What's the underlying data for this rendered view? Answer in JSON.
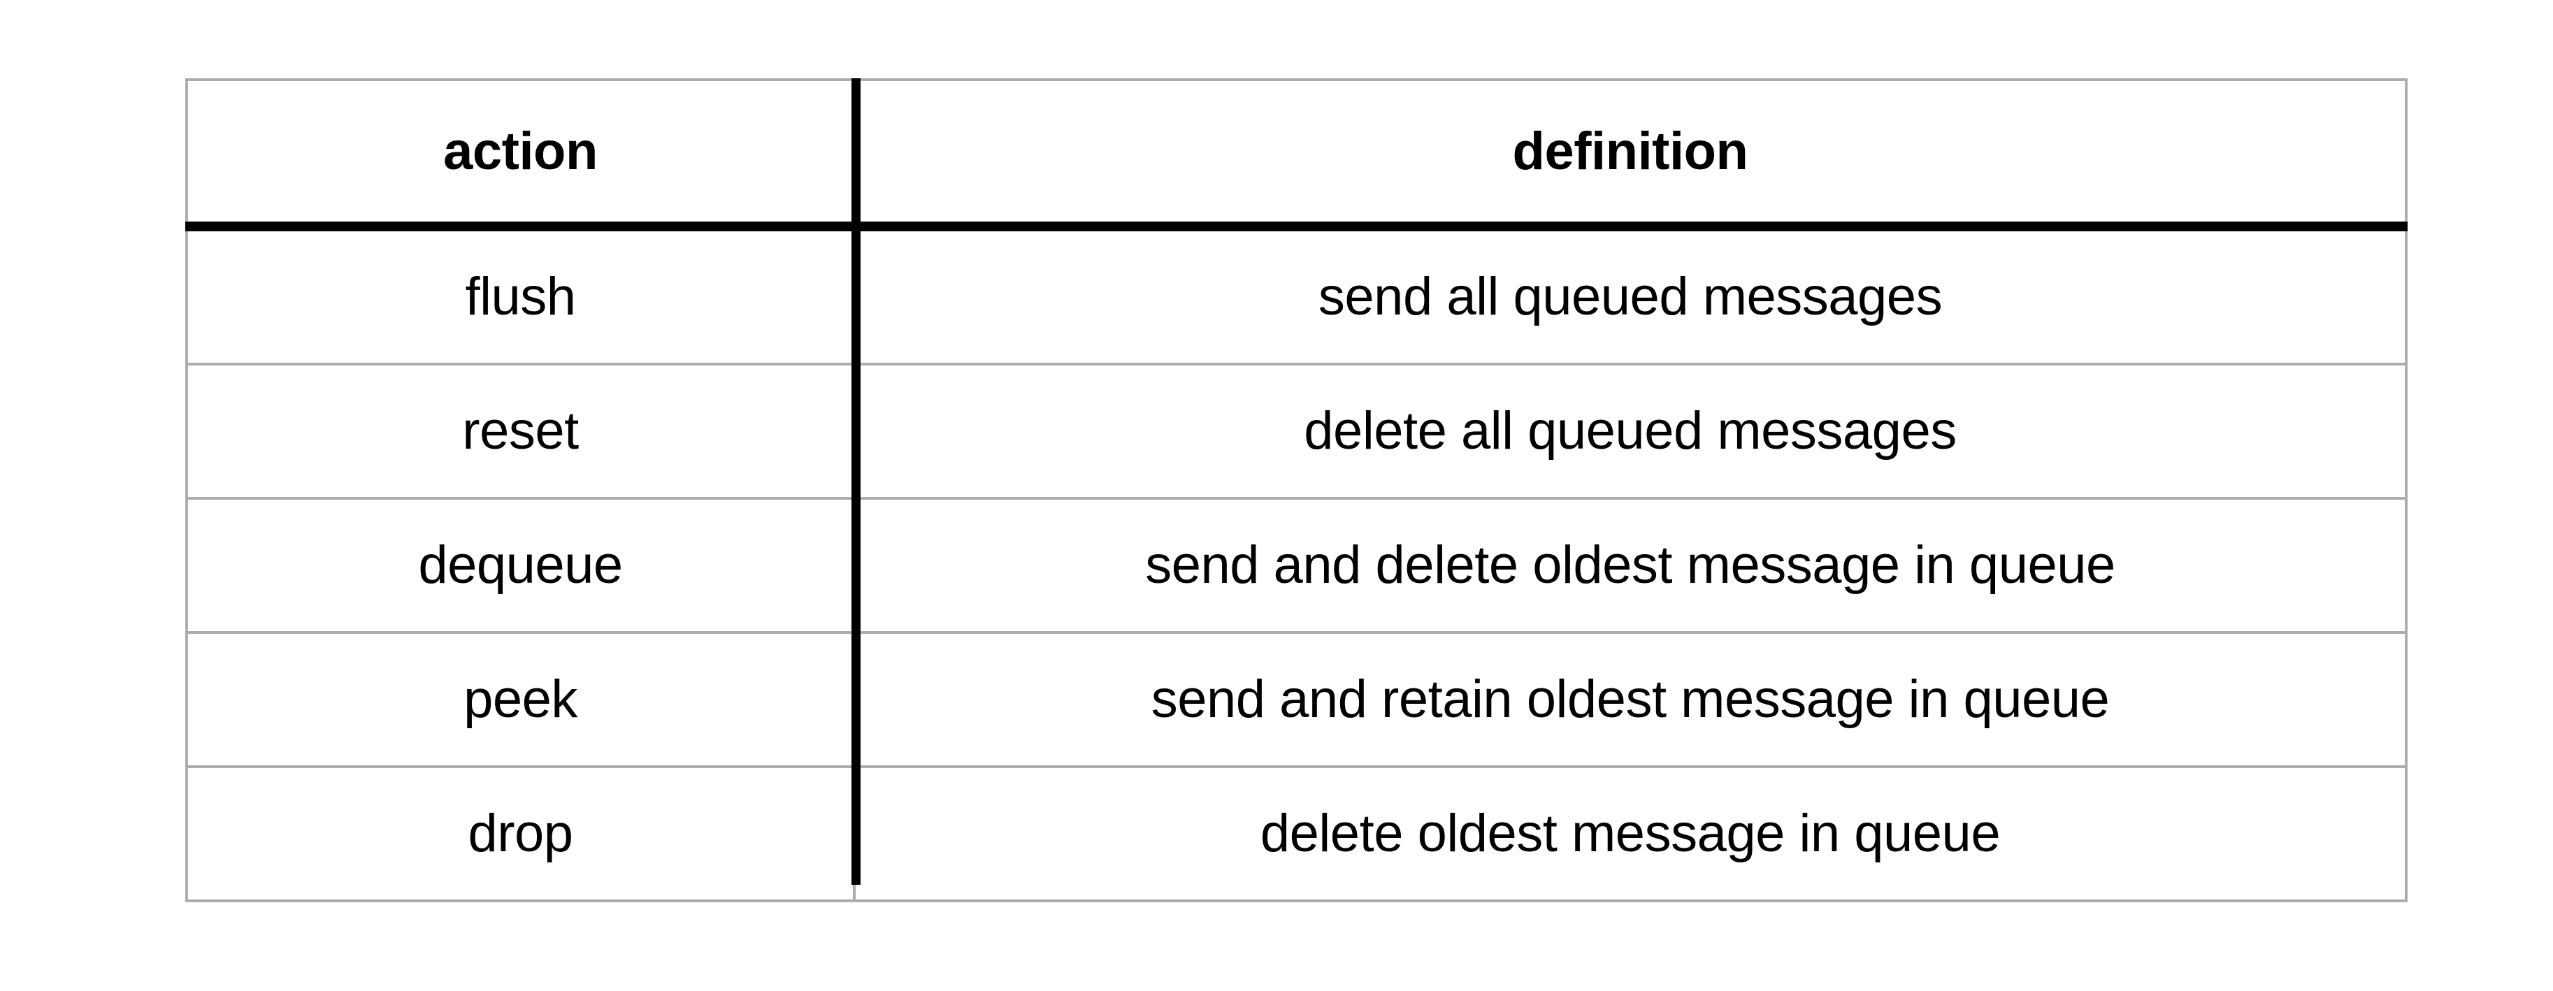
{
  "table": {
    "columns": [
      {
        "key": "action",
        "label": "action"
      },
      {
        "key": "definition",
        "label": "definition"
      }
    ],
    "rows": [
      {
        "action": "flush",
        "definition": "send all queued messages"
      },
      {
        "action": "reset",
        "definition": "delete all queued messages"
      },
      {
        "action": "dequeue",
        "definition": "send and delete oldest message in queue"
      },
      {
        "action": "peek",
        "definition": "send and retain oldest message in queue"
      },
      {
        "action": "drop",
        "definition": "delete oldest message in queue"
      }
    ]
  },
  "colors": {
    "page_background": "#ffffff",
    "text": "#000000",
    "grid_line": "#adadad",
    "header_rule": "#000000",
    "column_rule": "#000000"
  }
}
